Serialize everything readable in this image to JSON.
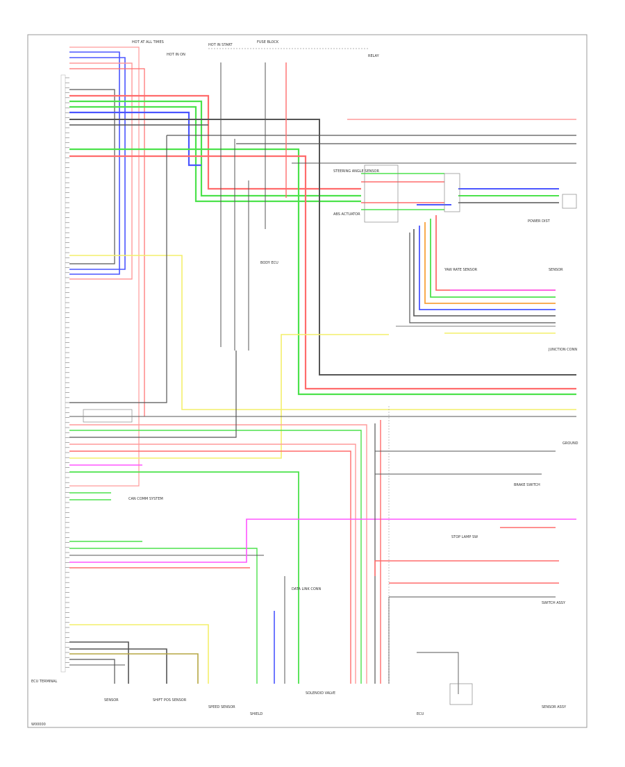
{
  "diagram": {
    "title": "",
    "footer_code": "W00000",
    "left_connector_label": "ECU TERMINAL",
    "colors": {
      "red": "#ff6b6b",
      "pink": "#ff9a9a",
      "green": "#4be24b",
      "blue": "#4a55ff",
      "gray": "#555555",
      "yellow": "#f4ef6a",
      "magenta": "#ff55ff",
      "orange": "#f7a23b",
      "olive": "#b5a642",
      "frame": "#999999"
    },
    "top_labels": [
      "HOT AT ALL TIMES",
      "HOT IN ON",
      "HOT IN START",
      "FUSE BLOCK",
      "RELAY"
    ],
    "right_labels": [
      "POWER DIST",
      "SENSOR",
      "JUNCTION CONN",
      "GROUND",
      "BRAKE SWITCH",
      "SWITCH ASSY"
    ],
    "bottom_labels": [
      "SENSOR",
      "SHIFT POS SENSOR",
      "SPEED SENSOR",
      "SHIELD",
      "SOLENOID VALVE",
      "ECU",
      "SENSOR ASSY"
    ],
    "inline_labels": [
      "STEERING ANGLE SENSOR",
      "ABS ACTUATOR",
      "YAW RATE SENSOR",
      "BODY ECU",
      "CAN COMM SYSTEM",
      "DATA LINK CONN",
      "STOP LAMP SW"
    ]
  }
}
